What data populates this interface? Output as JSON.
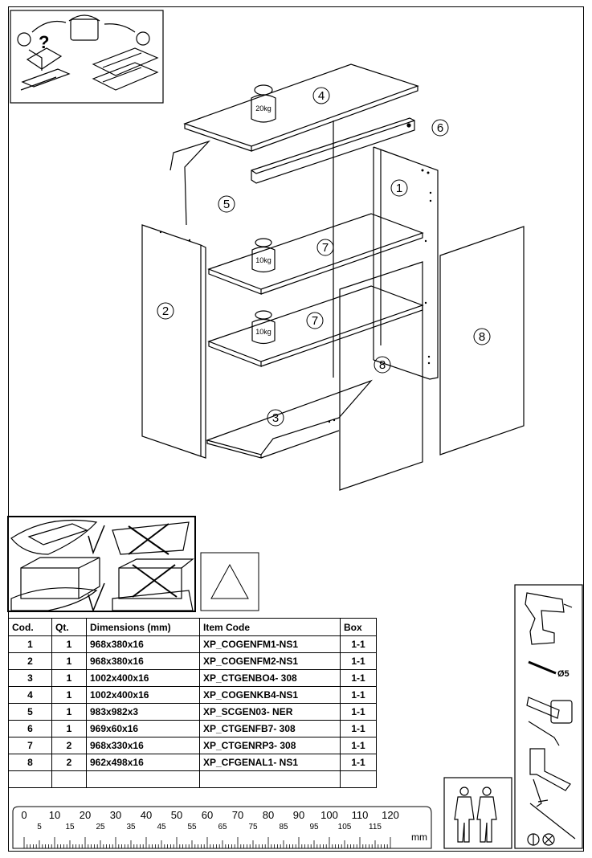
{
  "diagram": {
    "part_labels": [
      "1",
      "2",
      "3",
      "4",
      "5",
      "6",
      "7",
      "7",
      "8",
      "8"
    ],
    "weights": [
      "20kg",
      "10kg",
      "10kg"
    ]
  },
  "table": {
    "headers": [
      "Cod.",
      "Qt.",
      "Dimensions (mm)",
      "Item Code",
      "Box"
    ],
    "rows": [
      [
        "1",
        "1",
        "968x380x16",
        "XP_COGENFM1-NS1",
        "1-1"
      ],
      [
        "2",
        "1",
        "968x380x16",
        "XP_COGENFM2-NS1",
        "1-1"
      ],
      [
        "3",
        "1",
        "1002x400x16",
        "XP_CTGENBO4- 308",
        "1-1"
      ],
      [
        "4",
        "1",
        "1002x400x16",
        "XP_COGENKB4-NS1",
        "1-1"
      ],
      [
        "5",
        "1",
        "983x982x3",
        "XP_SCGEN03- NER",
        "1-1"
      ],
      [
        "6",
        "1",
        "969x60x16",
        "XP_CTGENFB7- 308",
        "1-1"
      ],
      [
        "7",
        "2",
        "968x330x16",
        "XP_CTGENRP3- 308",
        "1-1"
      ],
      [
        "8",
        "2",
        "962x498x16",
        "XP_CFGENAL1- NS1",
        "1-1"
      ],
      [
        "",
        "",
        "",
        "",
        ""
      ]
    ]
  },
  "tools": {
    "drill_bit": "Ø5"
  },
  "ruler": {
    "major": [
      "0",
      "10",
      "20",
      "30",
      "40",
      "50",
      "60",
      "70",
      "80",
      "90",
      "100",
      "110",
      "120"
    ],
    "minor": [
      "5",
      "15",
      "25",
      "35",
      "45",
      "55",
      "65",
      "75",
      "85",
      "95",
      "105",
      "115"
    ],
    "unit": "mm"
  }
}
